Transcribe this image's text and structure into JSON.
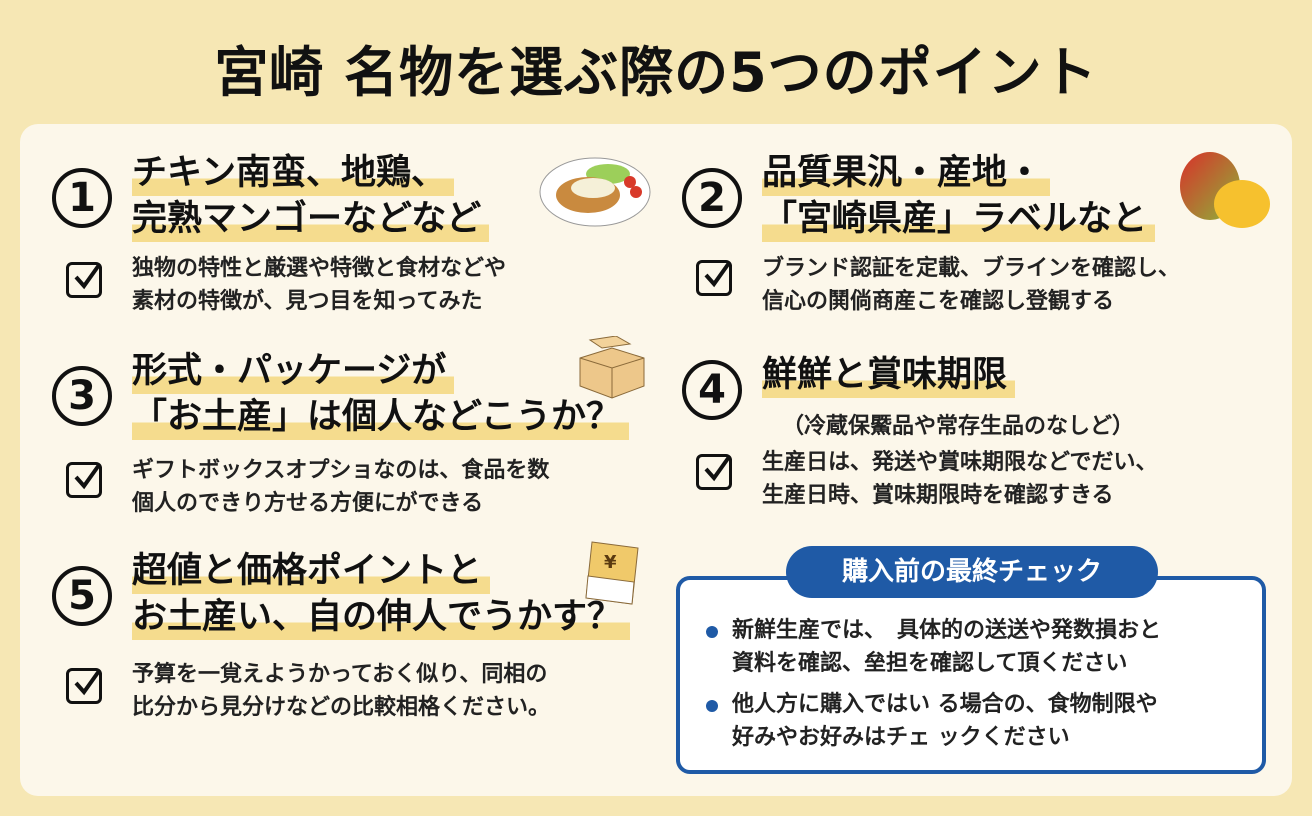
{
  "title": "宮崎 名物を選ぶ際の5つのポイント",
  "points": [
    {
      "num": "1",
      "head": [
        "チキン南蛮、地鶏、",
        "完熟マンゴーなどなど"
      ],
      "body": [
        "独物の特性と厳選や特徴と食材などや",
        "素材の特徴が、見つ目を知ってみた"
      ]
    },
    {
      "num": "2",
      "head": [
        "品質果汎・産地・",
        "「宮崎県産」ラベルなと"
      ],
      "body": [
        "ブランド認証を定載、ブラインを確認し、",
        "信心の鬨倘商産こを確認し登観する"
      ]
    },
    {
      "num": "3",
      "head": [
        "形式・パッケージが",
        "「お土産」は個人などこうか？"
      ],
      "body": [
        "ギフトボックスオプショなのは、食品を数",
        "個人のできり方せる方便にができる"
      ]
    },
    {
      "num": "4",
      "head": [
        "鮮鮮と賞味期限"
      ],
      "sub": "（冷蔵保鱀品や常存生品のなしど）",
      "body": [
        "生産日は、発送や賞味期限などでだい、",
        "生産日時、賞味期限時を確認すきる"
      ]
    },
    {
      "num": "5",
      "head": [
        "超値と価格ポイントと",
        "お土産い、自の伸人でうかす？"
      ],
      "body": [
        "予算を一覍えようかっておく似り、同相の",
        "比分から見分けなどの比較相格ください。"
      ]
    }
  ],
  "final_check": {
    "title": "購入前の最終チェック",
    "items": [
      [
        "新鮮生産では、　具体的の送送や発数損おと",
        "資料を確認、垒担を確認して頂ください"
      ],
      [
        "他人方に購入ではい る場合の、食物制限や",
        "好みやお好みはチェ ックください"
      ]
    ]
  },
  "colors": {
    "accent": "#1f5aa6",
    "highlight": "#f5dc8e",
    "background": "#f6e7b4"
  }
}
